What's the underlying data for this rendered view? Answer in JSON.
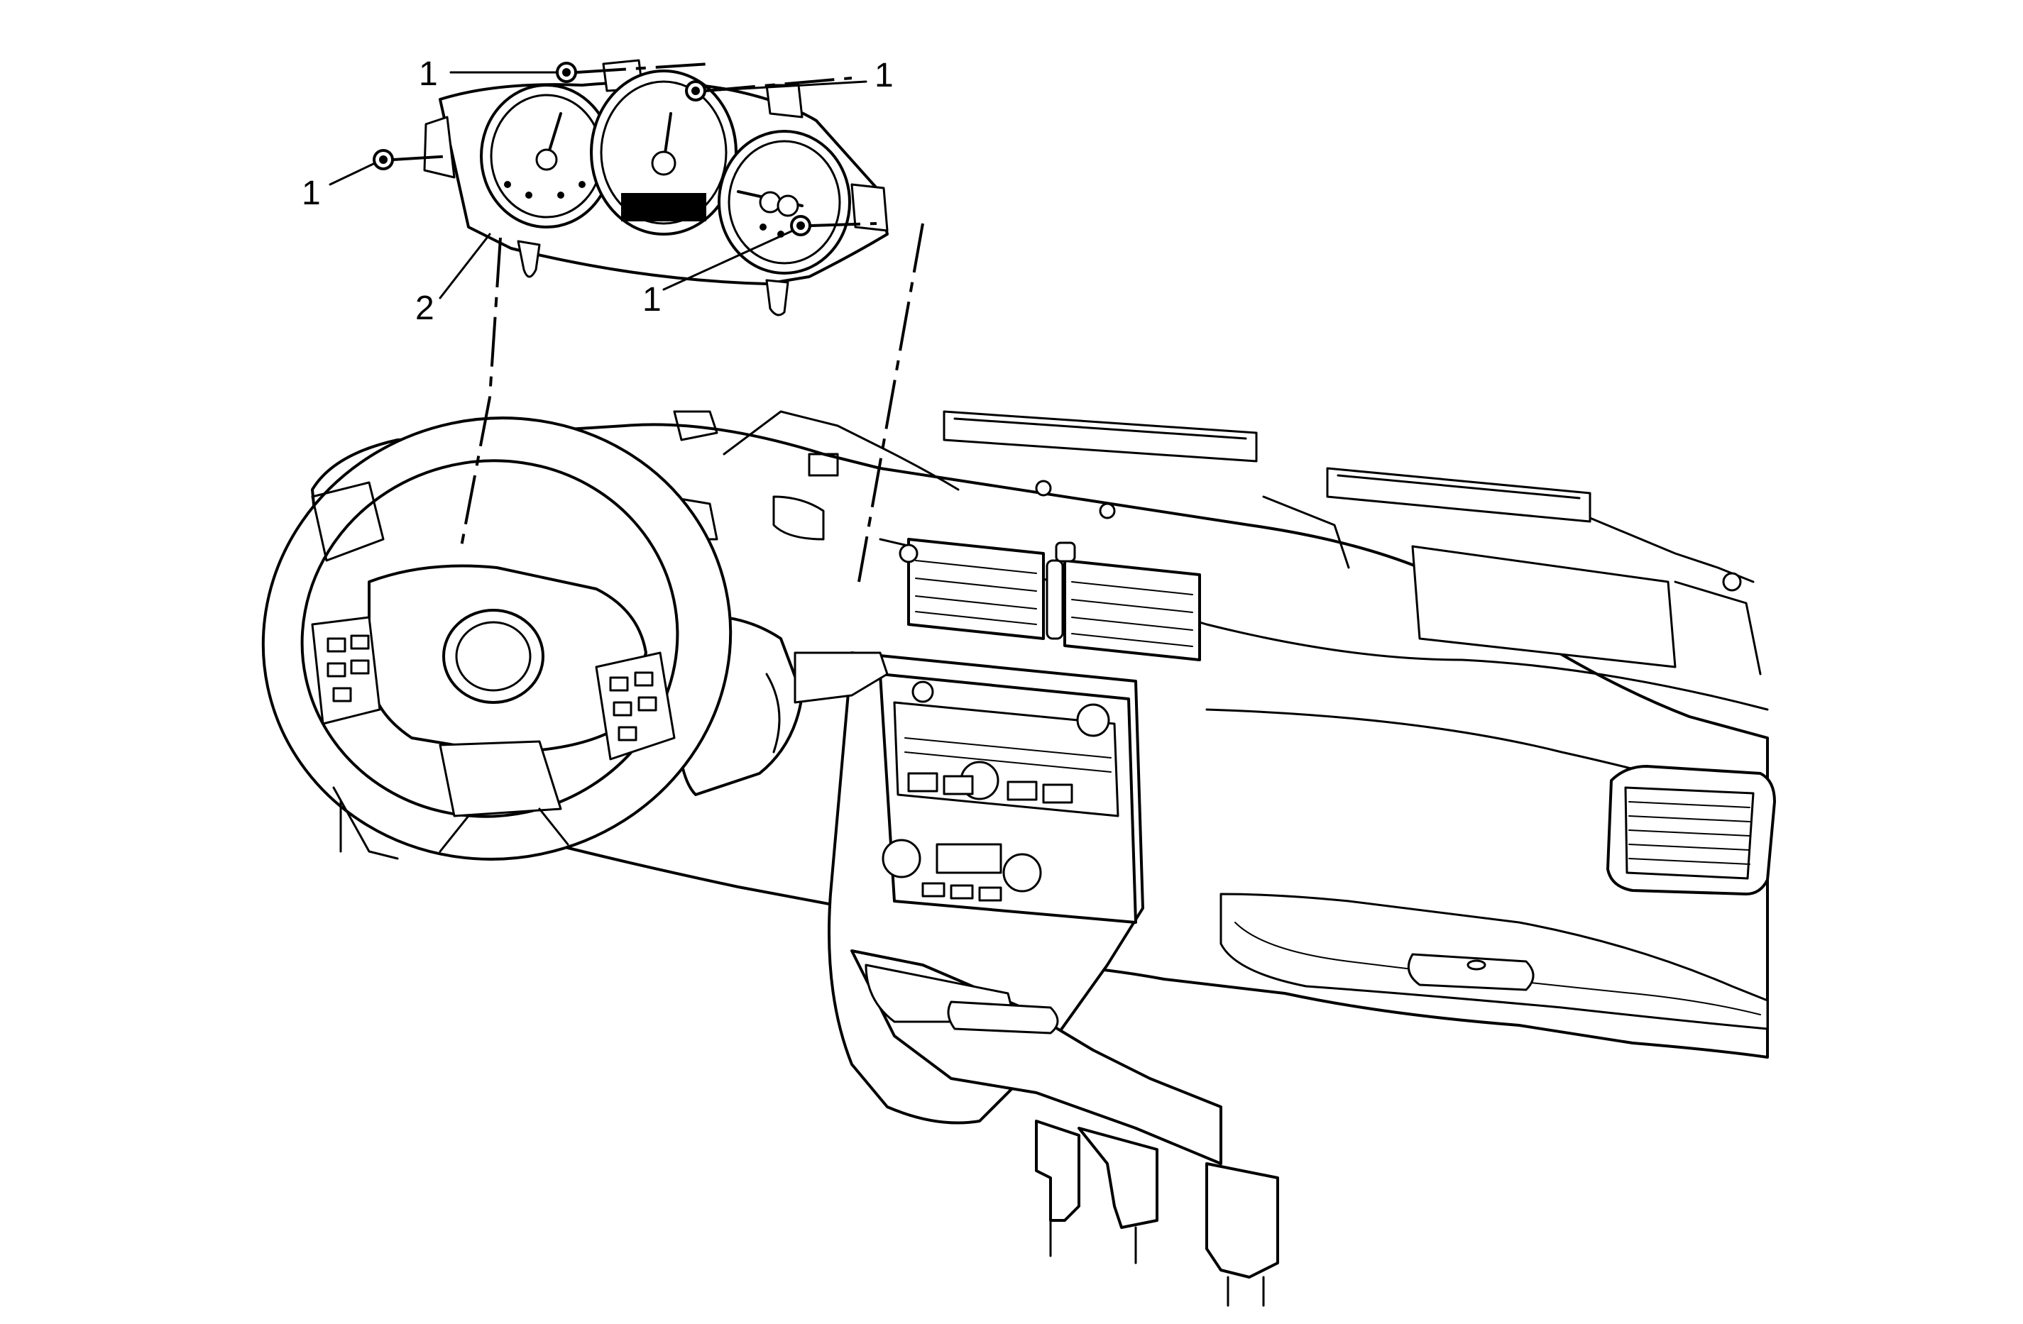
{
  "callouts": [
    {
      "id": "fastener-top-left",
      "label": "1"
    },
    {
      "id": "fastener-top-right",
      "label": "1"
    },
    {
      "id": "fastener-left",
      "label": "1"
    },
    {
      "id": "fastener-lower",
      "label": "1"
    },
    {
      "id": "instrument-cluster",
      "label": "2"
    }
  ],
  "colors": {
    "line": "#000000",
    "background": "#ffffff"
  }
}
